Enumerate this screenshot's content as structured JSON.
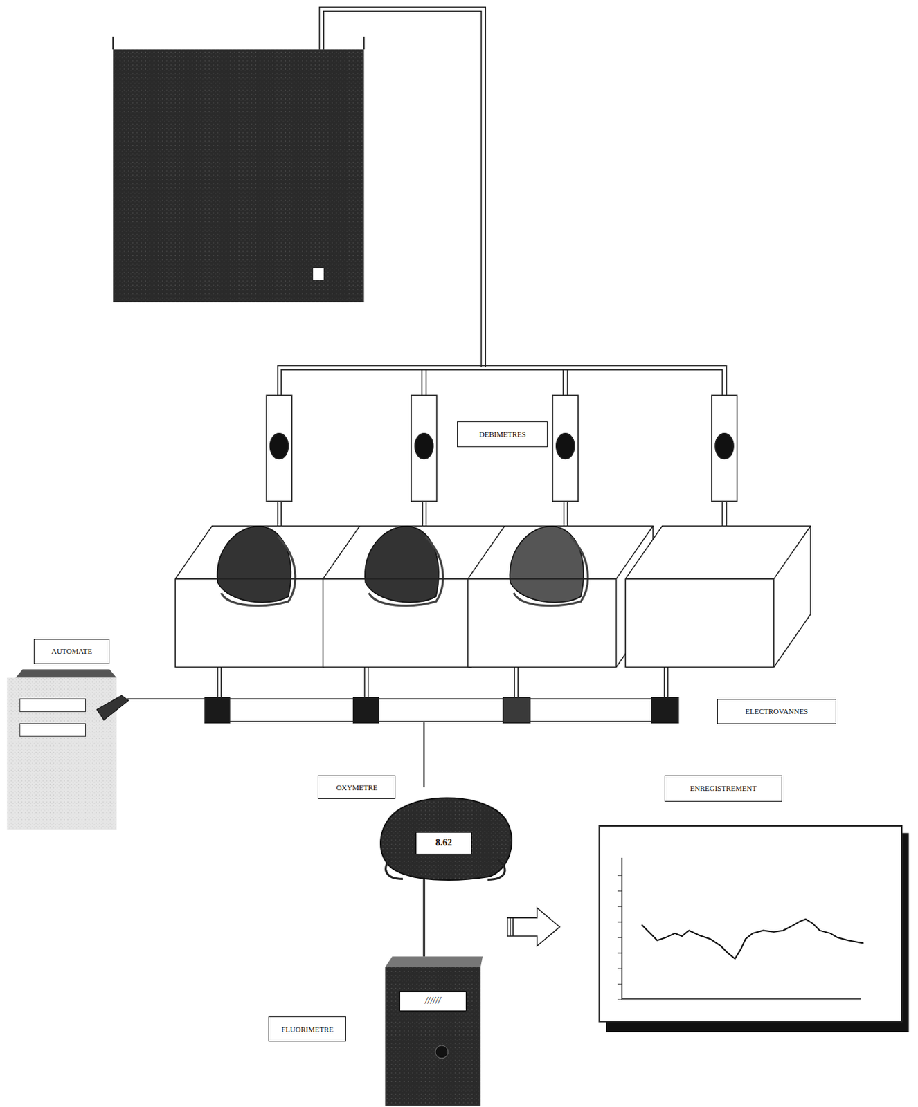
{
  "diagram": {
    "nodes": [
      {
        "text": [
          "DEBIMETRES"
        ]
      },
      {
        "text": [
          "AUTOMATE"
        ]
      },
      {
        "text": [
          "ELECTROVANNES"
        ]
      },
      {
        "text": [
          "OXYMETRE"
        ]
      },
      {
        "text": [
          "ENREGISTREMENT"
        ]
      },
      {
        "text": [
          "8.62"
        ]
      },
      {
        "text": [
          "//////"
        ]
      },
      {
        "text": [
          "FLUORIMETRE"
        ]
      }
    ]
  }
}
